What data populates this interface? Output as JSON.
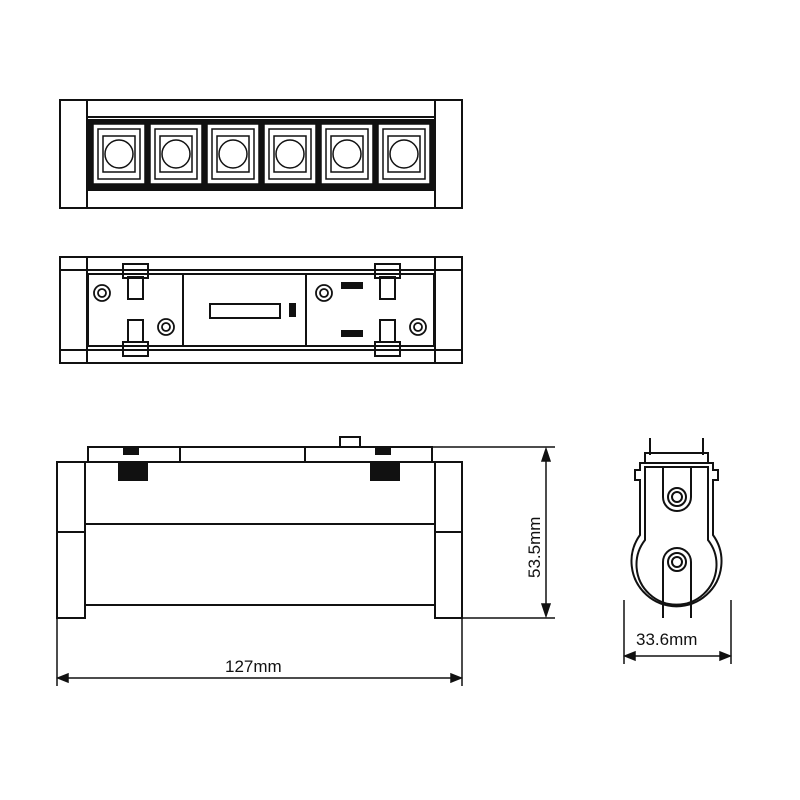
{
  "diagram": {
    "type": "technical-drawing",
    "subject": "6-head linear LED track spotlight",
    "line_color": "#111111",
    "background": "#ffffff",
    "views": [
      {
        "id": "front-view",
        "description": "Face view with 6 LED lenses",
        "led_count": 6
      },
      {
        "id": "rear-view",
        "description": "Back view with mounting clips, screws and adapter plate"
      },
      {
        "id": "side-view",
        "description": "Side elevation with dimensions"
      },
      {
        "id": "end-view",
        "description": "End profile with dimension"
      }
    ],
    "dimensions": {
      "length": "127mm",
      "height": "53.5mm",
      "width": "33.6mm"
    }
  }
}
